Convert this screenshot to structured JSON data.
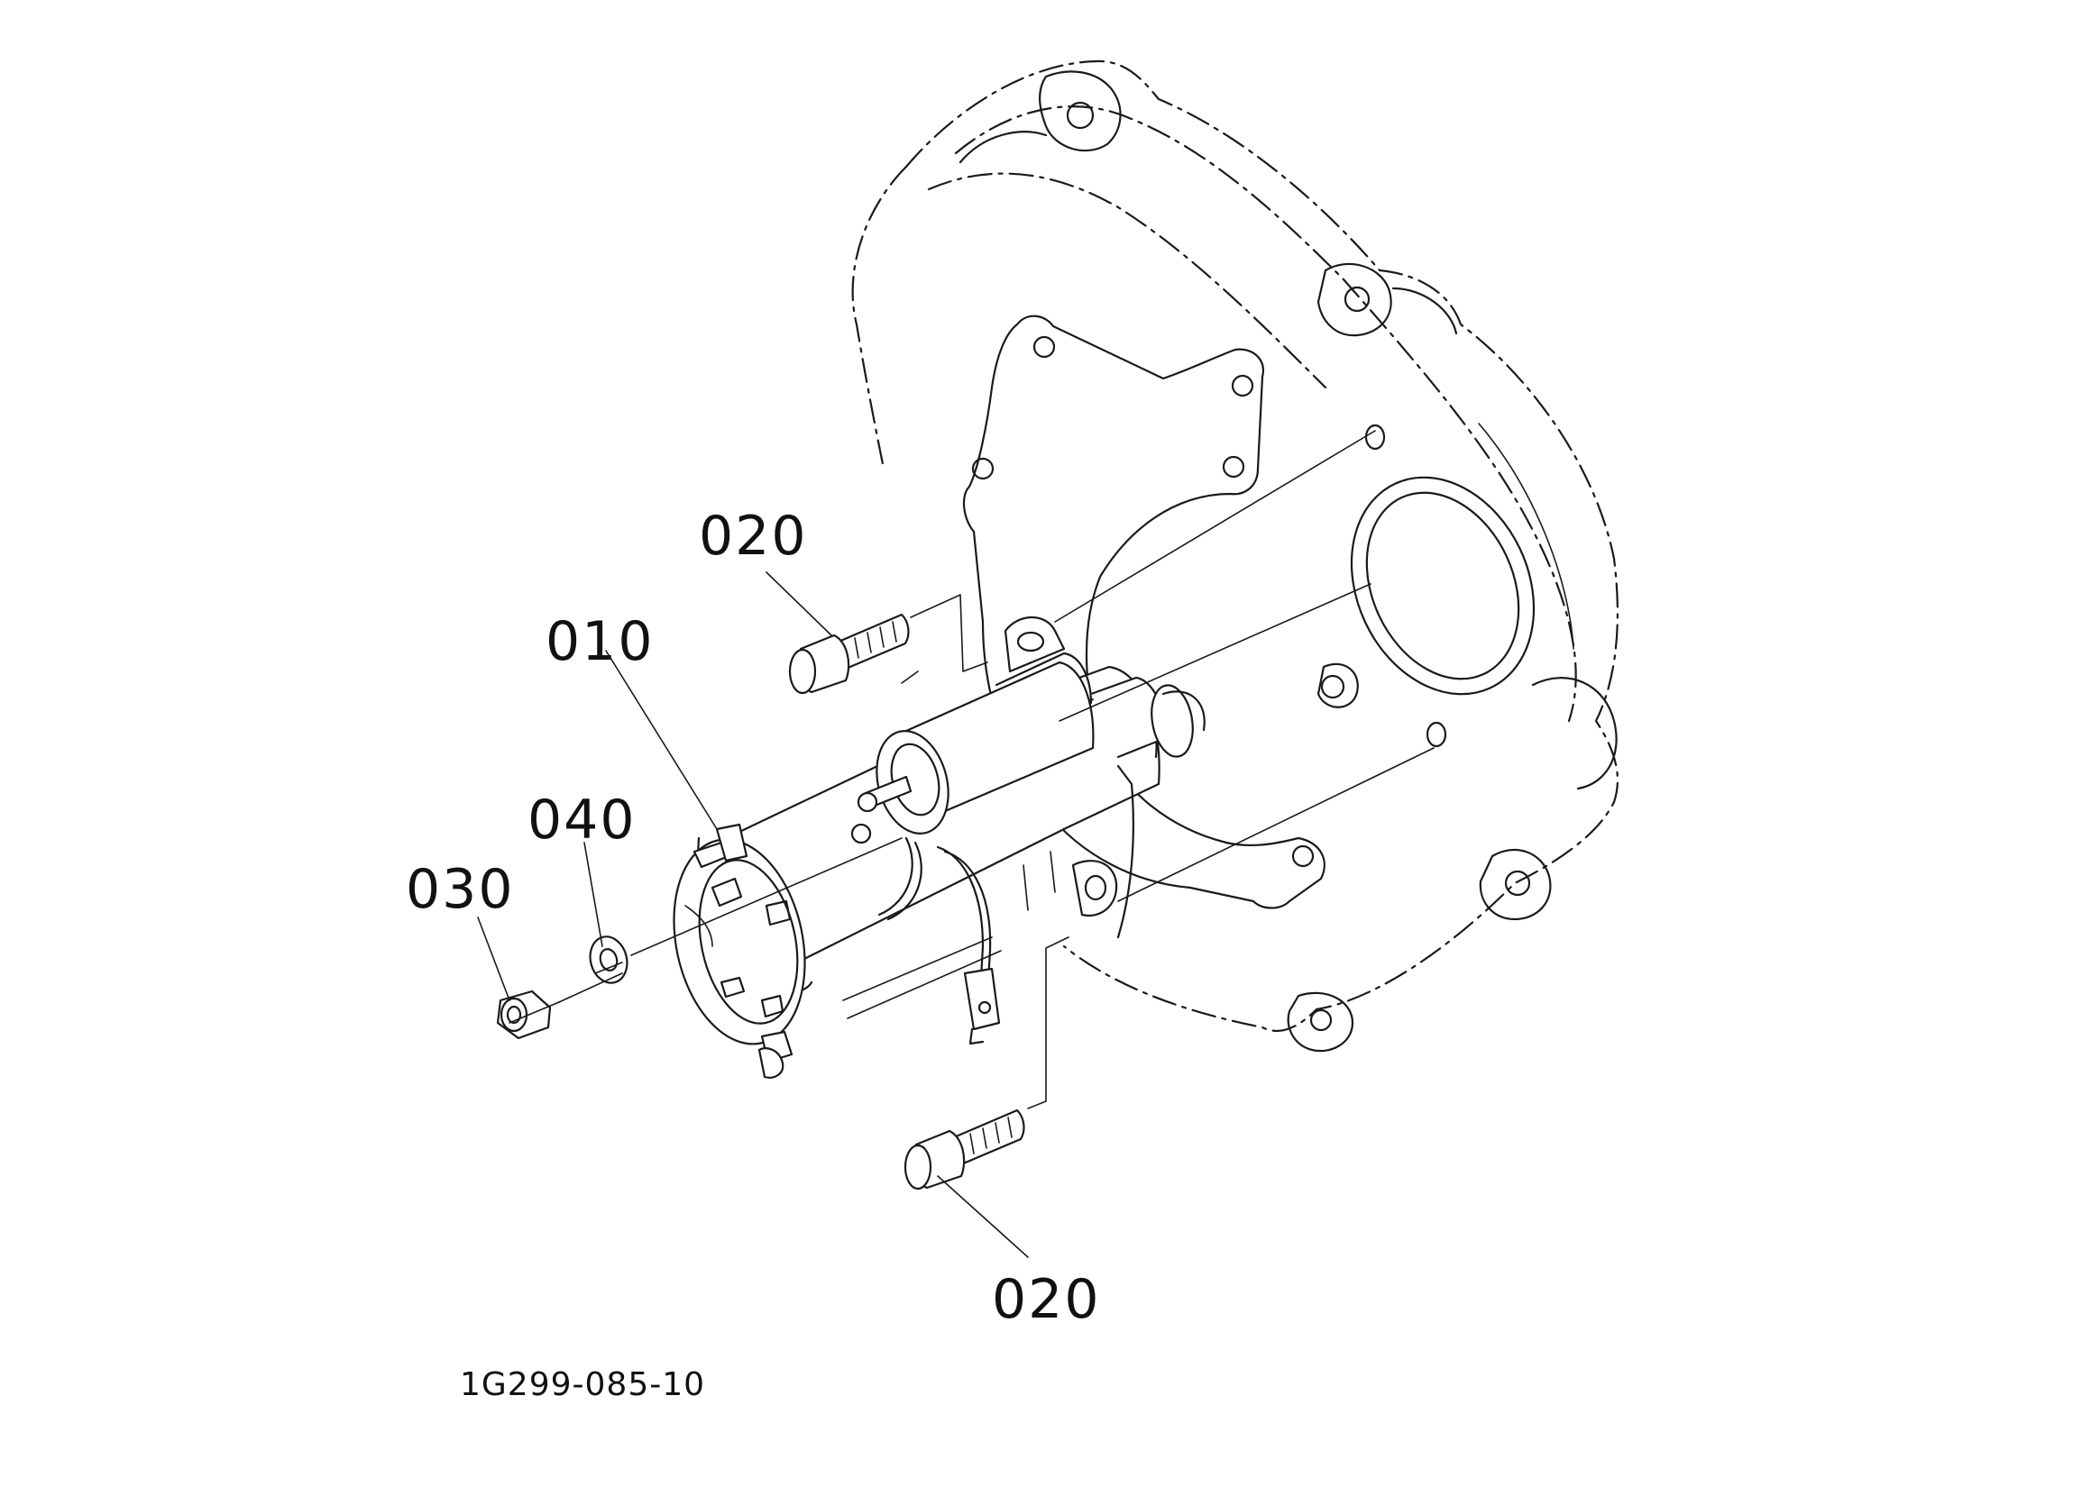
{
  "labels": {
    "part_010": "010",
    "part_020_upper": "020",
    "part_020_lower": "020",
    "part_030": "030",
    "part_040": "040"
  },
  "drawing_code": "1G299-085-10"
}
